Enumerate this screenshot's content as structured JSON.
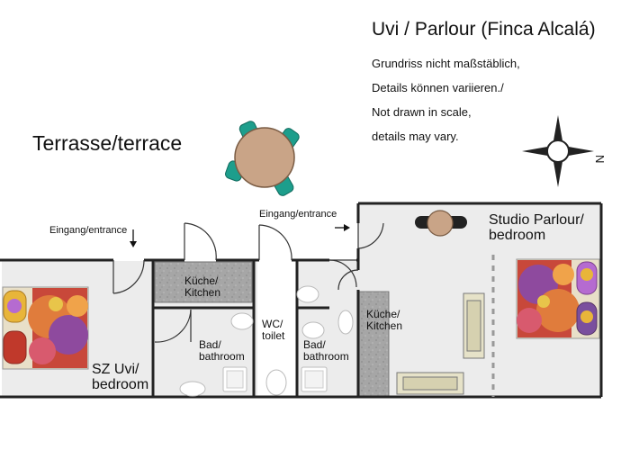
{
  "header": {
    "title": "Uvi / Parlour (Finca Alcalá)",
    "note_lines": [
      "Grundriss nicht maßstäblich,",
      "Details können variieren./",
      "Not drawn in scale,",
      "details may vary."
    ]
  },
  "labels": {
    "terrace": "Terrasse/terrace",
    "entrance_left": "Eingang/entrance",
    "entrance_right": "Eingang/entrance",
    "kitchen_small": "Küche/\nKitchen",
    "bath_left": "Bad/\nbathroom",
    "wc": "WC/\ntoilet",
    "bath_right": "Bad/\nbathroom",
    "kitchen_right": "Küche/\nKitchen",
    "bedroom_uvi": "SZ Uvi/\nbedroom",
    "studio_parlour": "Studio Parlour/\nbedroom"
  },
  "compass": {
    "north_letter": "N"
  },
  "colors": {
    "floor": "#ececec",
    "kitchen_counter": "#a3a3a3",
    "wall": "#222222",
    "teal": "#1d9e8c",
    "table": "#c9a487",
    "table_border": "#7a5c44"
  }
}
